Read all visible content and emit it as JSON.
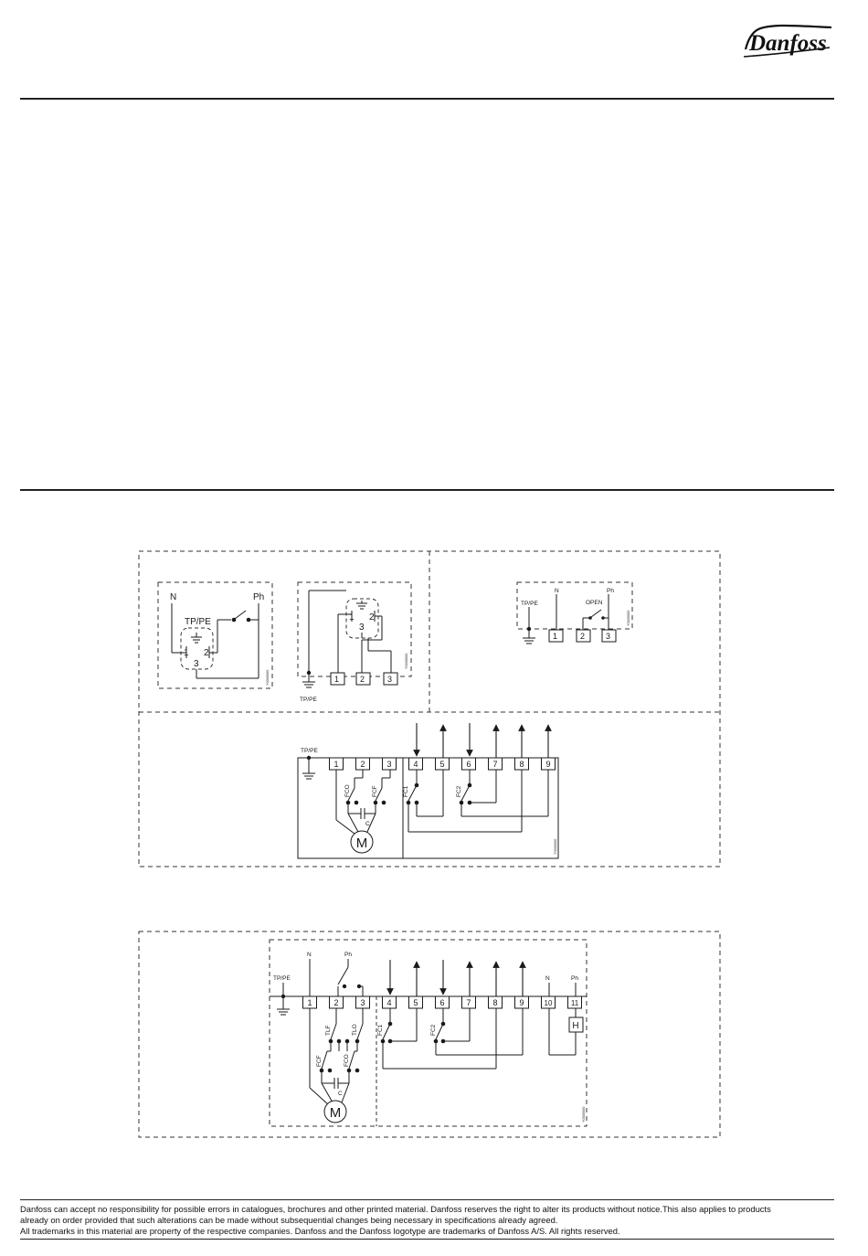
{
  "brand": {
    "logo_text": "Danfoss"
  },
  "diagram_a": {
    "n": "N",
    "ph": "Ph",
    "tppe": "TP/PE",
    "t1": "1",
    "t2": "2",
    "t3": "3",
    "tppe_bottom": "TP/PE",
    "b1": "1",
    "b2": "2",
    "b3": "3"
  },
  "diagram_b": {
    "n": "N",
    "ph": "Ph",
    "tppe": "TP/PE",
    "open": "OPEN",
    "t1": "1",
    "t2": "2",
    "t3": "3"
  },
  "diagram_c": {
    "tppe": "TP/PE",
    "terminals": [
      "1",
      "2",
      "3",
      "4",
      "5",
      "6",
      "7",
      "8",
      "9"
    ],
    "fco": "FCO",
    "fcf": "FCF",
    "c": "C",
    "fc1": "FC1",
    "fc2": "FC2",
    "m": "M"
  },
  "diagram_d": {
    "n_top": "N",
    "ph_top": "Ph",
    "tppe": "TP/PE",
    "n_right": "N",
    "ph_right": "Ph",
    "terminals": [
      "1",
      "2",
      "3",
      "4",
      "5",
      "6",
      "7",
      "8",
      "9",
      "10",
      "11"
    ],
    "tlf": "TLF",
    "tlo": "TLO",
    "fcf": "FCF",
    "fco": "FCO",
    "c": "C",
    "fc1": "FC1",
    "fc2": "FC2",
    "m": "M",
    "h": "H"
  },
  "footer": {
    "line1": "Danfoss can accept no responsibility for possible errors in catalogues, brochures and other printed material. Danfoss reserves the right to alter its products without notice.This also applies to products",
    "line2": "already on order provided that such alterations can be made without subsequential changes being necessary in specifications already agreed.",
    "line3": "All trademarks in this material are property of the respective companies. Danfoss and the Danfoss logotype are trademarks of Danfoss A/S. All rights reserved."
  }
}
